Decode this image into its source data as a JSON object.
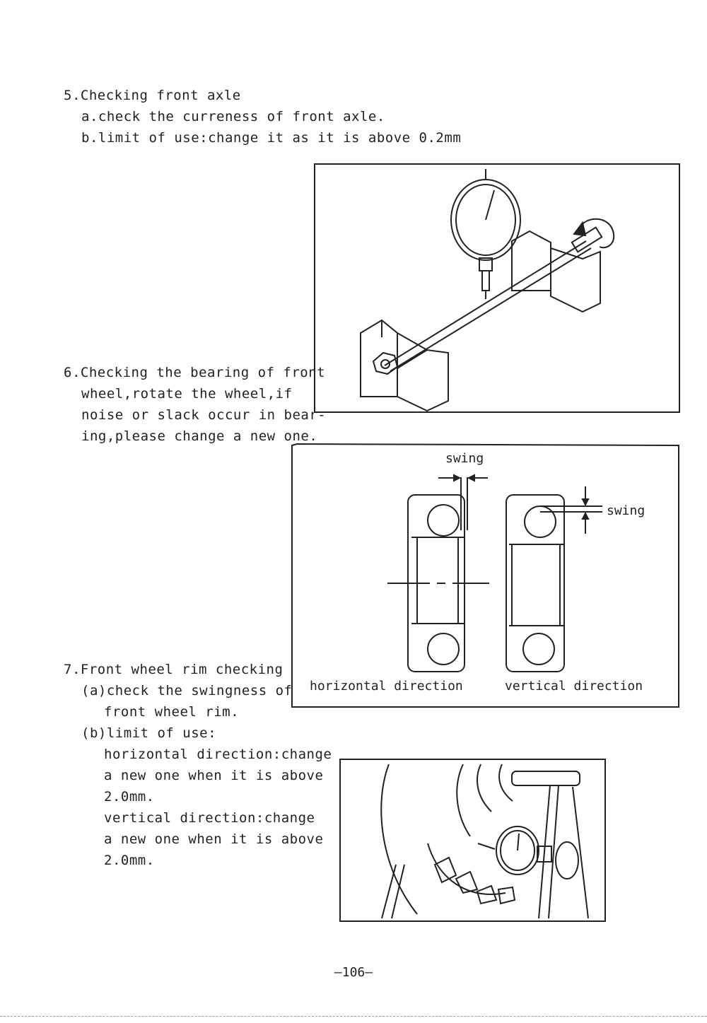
{
  "section5": {
    "heading": "5.Checking front axle",
    "line_a": "a.check the curreness of front axle.",
    "line_b": "b.limit of use:change it as it is above 0.2mm"
  },
  "section6": {
    "lines": [
      "6.Checking the bearing of front",
      "wheel,rotate the wheel,if",
      "noise or slack occur in bear-",
      "ing,please change a new one."
    ]
  },
  "bearing_figure": {
    "swing_label_top": "swing",
    "swing_label_right": "swing",
    "caption_left": "horizontal direction",
    "caption_right": "vertical direction"
  },
  "section7": {
    "heading": "7.Front wheel rim checking",
    "item_a_1": "(a)check the swingness of",
    "item_a_2": "front wheel rim.",
    "item_b": "(b)limit of use:",
    "limit_lines": [
      "horizontal direction:change",
      "a new one when it is above",
      "2.0mm.",
      "vertical direction:change",
      "a new one when it is above",
      "2.0mm."
    ]
  },
  "page_number": "—106—"
}
